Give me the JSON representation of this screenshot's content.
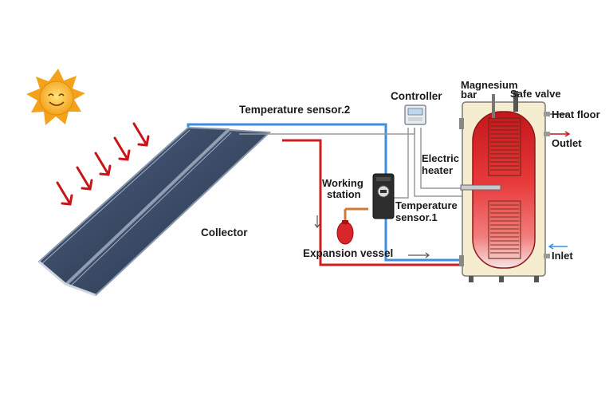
{
  "labels": {
    "temp_sensor_2": "Temperature sensor.2",
    "controller": "Controller",
    "magnesium_bar_line1": "Magnesium",
    "magnesium_bar_line2": "bar",
    "safe_valve": "Safe valve",
    "heat_floor": "Heat floor",
    "outlet": "Outlet",
    "electric_heater_line1": "Electric",
    "electric_heater_line2": "heater",
    "working_station_line1": "Working",
    "working_station_line2": "station",
    "temp_sensor_1_line1": "Temperature",
    "temp_sensor_1_line2": "sensor.1",
    "collector": "Collector",
    "expansion_vessel": "Expansion vessel",
    "inlet": "Inlet"
  },
  "colors": {
    "cold_pipe": "#3d8ee0",
    "hot_pipe": "#cc1f1f",
    "sensor_wire": "#9a9a9a",
    "arrow": "#c8141a",
    "sun": "#f4a21c",
    "tank_hot": "#d8262a",
    "tank_shell": "#f6ecd0",
    "collector_panel": "#3a4b66"
  },
  "icons": {
    "sun": "sun-icon",
    "sun_rays": "down-arrow-icon"
  }
}
